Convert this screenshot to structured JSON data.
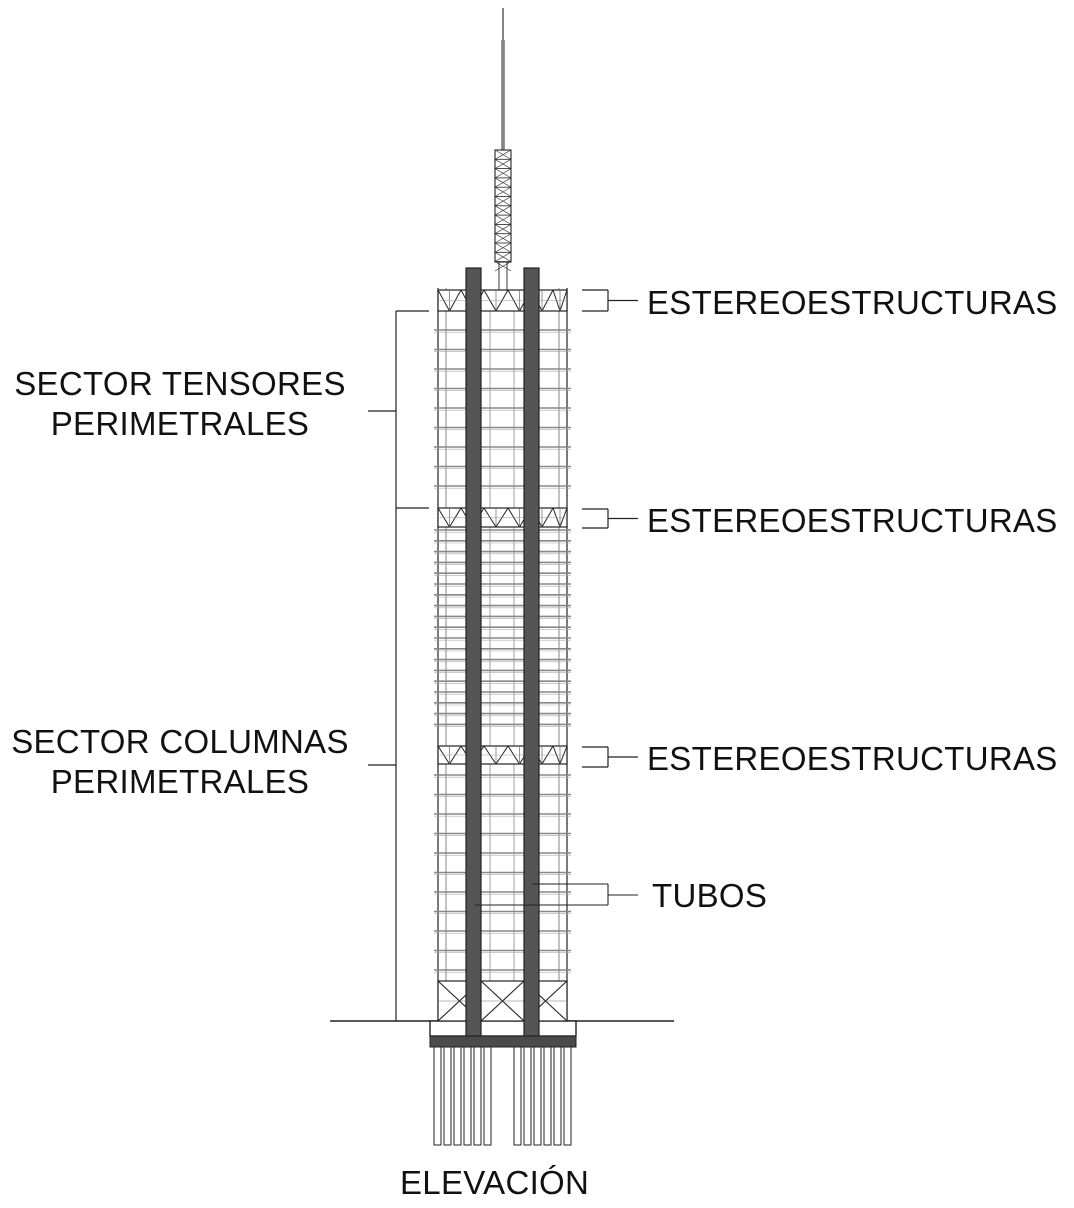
{
  "labels": {
    "estereo_top": "ESTEREOESTRUCTURAS",
    "estereo_mid": "ESTEREOESTRUCTURAS",
    "estereo_low": "ESTEREOESTRUCTURAS",
    "tubos": "TUBOS",
    "sector_tensores_line1": "SECTOR TENSORES",
    "sector_tensores_line2": "PERIMETRALES",
    "sector_columnas_line1": "SECTOR COLUMNAS",
    "sector_columnas_line2": "PERIMETRALES",
    "caption": "ELEVACIÓN"
  },
  "colors": {
    "line": "#222222",
    "tube_fill": "#555555",
    "floor_line": "#888888",
    "background": "#ffffff"
  }
}
